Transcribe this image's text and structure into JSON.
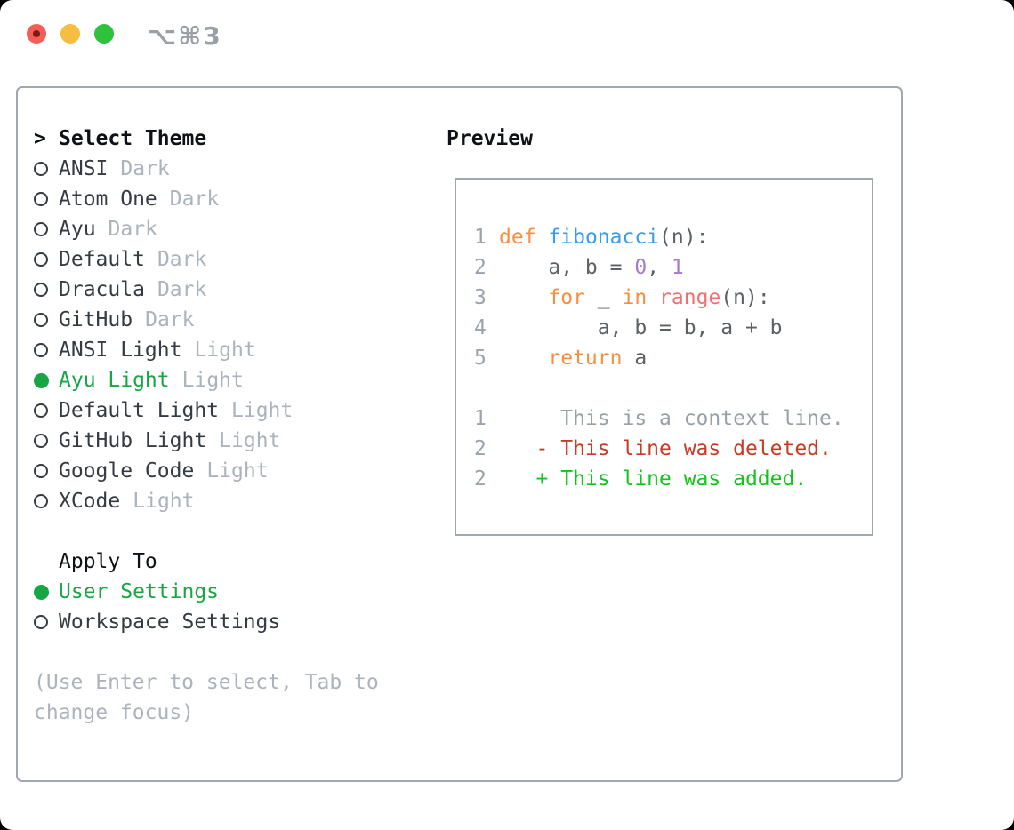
{
  "window": {
    "title": "⌥⌘3",
    "traffic_lights": [
      "close",
      "minimize",
      "zoom"
    ]
  },
  "theme_selector": {
    "header_prefix": ">",
    "header": "Select Theme",
    "items": [
      {
        "name": "ANSI",
        "variant": "Dark",
        "selected": false
      },
      {
        "name": "Atom One",
        "variant": "Dark",
        "selected": false
      },
      {
        "name": "Ayu",
        "variant": "Dark",
        "selected": false
      },
      {
        "name": "Default",
        "variant": "Dark",
        "selected": false
      },
      {
        "name": "Dracula",
        "variant": "Dark",
        "selected": false
      },
      {
        "name": "GitHub",
        "variant": "Dark",
        "selected": false
      },
      {
        "name": "ANSI Light",
        "variant": "Light",
        "selected": false
      },
      {
        "name": "Ayu Light",
        "variant": "Light",
        "selected": true
      },
      {
        "name": "Default Light",
        "variant": "Light",
        "selected": false
      },
      {
        "name": "GitHub Light",
        "variant": "Light",
        "selected": false
      },
      {
        "name": "Google Code",
        "variant": "Light",
        "selected": false
      },
      {
        "name": "XCode",
        "variant": "Light",
        "selected": false
      }
    ]
  },
  "apply_to": {
    "header": "Apply To",
    "options": [
      {
        "label": "User Settings",
        "selected": true
      },
      {
        "label": "Workspace Settings",
        "selected": false
      }
    ]
  },
  "help_text": "(Use Enter to select, Tab to change focus)",
  "preview": {
    "header": "Preview",
    "lines": [
      {
        "num": "1",
        "tokens": [
          [
            "kw",
            "def"
          ],
          [
            "plain",
            " "
          ],
          [
            "fn",
            "fibonacci"
          ],
          [
            "plain",
            "(n):"
          ]
        ]
      },
      {
        "num": "2",
        "tokens": [
          [
            "plain",
            "    a, b = "
          ],
          [
            "numlit",
            "0"
          ],
          [
            "plain",
            ", "
          ],
          [
            "numlit",
            "1"
          ]
        ]
      },
      {
        "num": "3",
        "tokens": [
          [
            "plain",
            "    "
          ],
          [
            "kw",
            "for"
          ],
          [
            "plain",
            " _ "
          ],
          [
            "kw",
            "in"
          ],
          [
            "plain",
            " "
          ],
          [
            "call",
            "range"
          ],
          [
            "plain",
            "(n):"
          ]
        ]
      },
      {
        "num": "4",
        "tokens": [
          [
            "plain",
            "        a, b = b, a + b"
          ]
        ]
      },
      {
        "num": "5",
        "tokens": [
          [
            "plain",
            "    "
          ],
          [
            "kw",
            "return"
          ],
          [
            "plain",
            " a"
          ]
        ]
      },
      {
        "num": "",
        "tokens": []
      },
      {
        "num": "1",
        "tokens": [
          [
            "ctx",
            "     This is a context line."
          ]
        ]
      },
      {
        "num": "2",
        "tokens": [
          [
            "del",
            "   - This line was deleted."
          ]
        ]
      },
      {
        "num": "2",
        "tokens": [
          [
            "add",
            "   + This line was added."
          ]
        ]
      }
    ]
  },
  "colors": {
    "accent-green": "#18a644",
    "header-dark": "#0e1116",
    "text-dark": "#343b42",
    "text-muted": "#abb3bc",
    "line-num": "#9aa4ae",
    "border": "#9fa7af",
    "kw": "#fa8d3e",
    "fn": "#399ee6",
    "numlit": "#a37acc",
    "call": "#f07171",
    "code-fg": "#5c6166",
    "ctx": "#98a1aa",
    "del": "#c93a26",
    "add": "#0fc41b",
    "traffic-red": "#f55e56",
    "traffic-red-dot": "#7f1a16",
    "traffic-yellow": "#f5bd42",
    "traffic-green": "#30c23d",
    "title-gray": "#9aa0a6"
  }
}
